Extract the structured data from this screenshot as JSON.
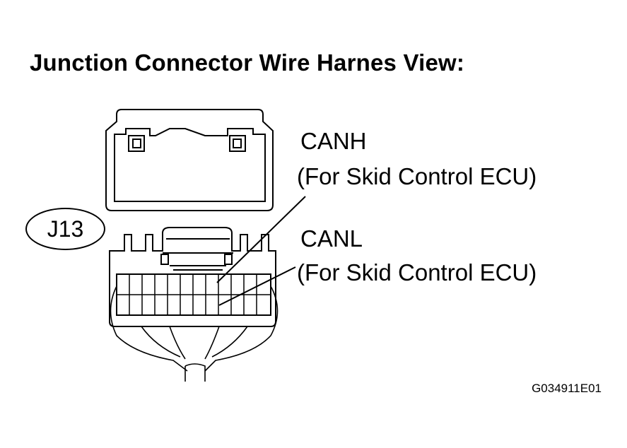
{
  "title": "Junction Connector Wire Harnes View:",
  "connector_id": "J13",
  "callouts": [
    {
      "name": "CANH",
      "description": "(For Skid Control ECU)"
    },
    {
      "name": "CANL",
      "description": "(For Skid Control ECU)"
    }
  ],
  "figure_code": "G034911E01"
}
